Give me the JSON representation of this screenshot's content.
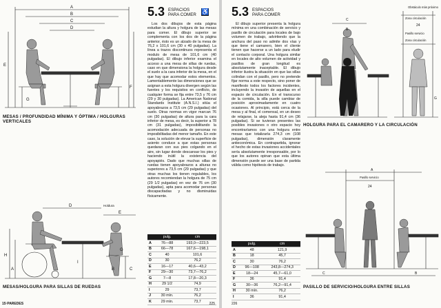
{
  "left_page": {
    "section_number": "5.3",
    "section_title": [
      "ESPACIOS",
      "PARA COMER"
    ],
    "accessibility_icon": "wheelchair-icon",
    "caption_top": "MESAS / PROFUNDIDAD MÍNIMA Y ÓPTIMA / HOLGURAS VERTICALES",
    "caption_bottom": "MESAS/HOLGURA PARA SILLAS DE RUEDAS",
    "fig_top_labels": [
      "A",
      "B",
      "C",
      "D",
      "E",
      "F",
      "G"
    ],
    "fig_bottom_labels": [
      "D",
      "Holdura",
      "E",
      "I",
      "G",
      "H",
      "A",
      "B",
      "C"
    ],
    "paragraphs": [
      "Los dos dibujos de esta página estudian la altura y holgura de las mesas para comer. El dibujo superior se complementa con los dos de la página anterior, ésto es un alzado de la mesa de 76,2 x 101,6 cm (30 x 40 pulgadas). La línea a trazos discontinuos representa el modulo de mesa de 101,6 cm (40 pulgadas). El dibujo inferior examina el acceso a una mesa de sillas de ruedas, caso en que dimensiona la holgura desde el suelo a la cara inferior de la mesa, en el que hay que acomodar estos elementos. Lamentablemente las dimensiones que se asignan a esta holgura divergen según las fuentes y los requisitos en conflicto, de cualquier forma se fija entre 73,5 y 76 cm (29 y 30 pulgadas). La American National Standards Institute (A.N.S.I.) sitúa el apoyabrazos a 73,5 cm (29 pulgadas) del suelo. Otras normas en vigor marcan 76 cm (30 pulgadas) de altura para la cara inferior de mesa, es decir, la superior a 78 cm (31 pulgadas), imposibilitando la acomodación adecuada de personas no imposibilitadas del menor tamaño. En este caso, la solución de elevar la superficie de asiento conduce a que estas personas quedaran con sus pies colgando en el aire, sin lugar donde descansar los pies y haciendo inútil la existencia del apoyapiés. Dado que muchas sillas de ruedas tienen apoyabrazos a alturas no superiores a 73,5 cm (29 pulgadas) y que otras muchas los tienen regulables, los autores recomiendan la holgura de 75 cm (29 1/2 pulgadas) en vez de 76 cm (30 pulgadas), apta para acomodar personas discapacitadas y no disminuidas físicamente."
    ],
    "table": {
      "headers": [
        "",
        "pulg.",
        "cm"
      ],
      "rows": [
        [
          "A",
          "76—88",
          "193,0—223,5"
        ],
        [
          "B",
          "66—78",
          "167,6—198,1"
        ],
        [
          "C",
          "40",
          "101,6"
        ],
        [
          "D",
          "30",
          "76,2"
        ],
        [
          "E",
          "16—17",
          "40,6—43,2"
        ],
        [
          "F",
          "29—30",
          "73,7—76,2"
        ],
        [
          "G",
          "7—8",
          "17,8—20,3"
        ],
        [
          "H",
          "29 1/2",
          "74,9"
        ],
        [
          "I",
          "29",
          "73,7"
        ],
        [
          "J",
          "30 mín.",
          "76,2"
        ],
        [
          "K",
          "29 mín.",
          "73,7"
        ]
      ]
    },
    "page_number": "225",
    "edge_tab": "15·PAREDES"
  },
  "right_page": {
    "section_number": "5.3",
    "section_title": [
      "ESPACIOS",
      "PARA COMER"
    ],
    "caption_top": "HOLGURA PARA EL CAMARERO Y LA CIRCULACIÓN",
    "caption_bottom": "PASILLO DE SERVICIO/HOLGURA ENTRE SILLAS",
    "fig_top_labels": [
      "Obstáculo más próximo",
      "Zona circulación",
      "24",
      "Pasillo servicio",
      "Zona circulación",
      "C",
      "B",
      "G"
    ],
    "fig_bottom_labels": [
      "Pasillo servicio",
      "24",
      "A",
      "C",
      "B"
    ],
    "paragraphs": [
      "El dibujo superior presenta la holgura mínima en una combinación de servicio y pasillo de circulación para locales de bajo volumen de trabajo, advirtiendo que la anchura del paso no admite dos vías y que tiene el camarero, bien el cliente tienen que hacerse a un lado para eludir el contacto corporal. Una holgura similar en locales de alto volumen de actividad y pasillos de gran longitud es absolutamente inaceptable. El dibujo inferior ilustra la situación en que las sillas colindan con el pasillo, pero no pretende fijar norma a este respecto, sino poner de manifiesto todos los factores incidentes, incluyendo la invasión de aquellas en el espacio de circulación. En el transcurso de la comida, la silla puede cambiar de posición aproximadamente en cuatro ocasiones. Al principio, está cerca de la mesa y al final, el comensal, en un deseo de relajarse, la aleja hasta 91,4 cm (36 pulgadas). Si se tuvieran presentes las posibles invasiones o otro espacio hoy encontraríamos con una holgura entre mesas que totalizaría 274,3 cm (108 pulgadas), dimensión claramente antieconómica. En contrapartida, ignorar el hecho de estas invasiones accidentales sería absolutamente irresponsable, por lo que los autores opinan que esta última dimensión puede ser una base de partida válida como hipótesis de trabajo."
    ],
    "table": {
      "headers": [
        "",
        "pulg.",
        "cm"
      ],
      "rows": [
        [
          "A",
          "48",
          "121,9"
        ],
        [
          "B",
          "18",
          "45,7"
        ],
        [
          "C",
          "30",
          "76,2"
        ],
        [
          "D",
          "96—108",
          "243,8—274,3"
        ],
        [
          "E",
          "18—24",
          "45,7—61,0"
        ],
        [
          "F",
          "36",
          "91,4"
        ],
        [
          "G",
          "30—36",
          "76,2—91,4"
        ],
        [
          "H",
          "30 mín.",
          "76,2"
        ],
        [
          "I",
          "36",
          "91,4"
        ]
      ]
    },
    "page_number": "226"
  }
}
